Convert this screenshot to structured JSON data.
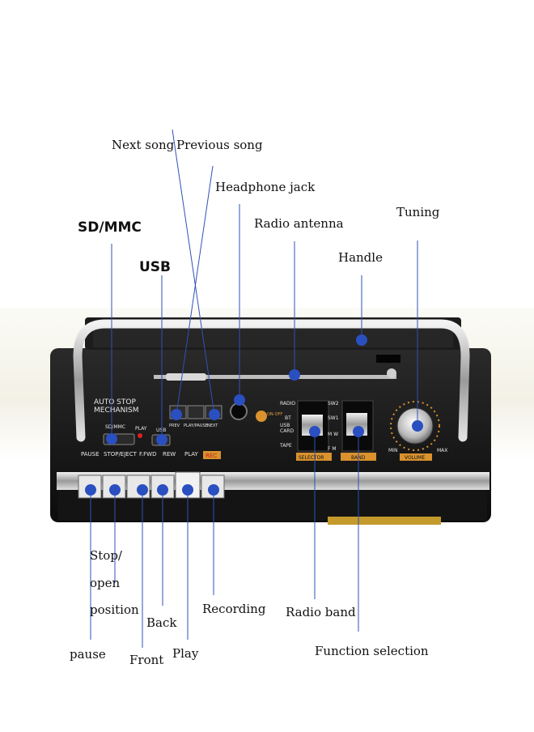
{
  "callouts": {
    "next_song": "Next song",
    "previous_song": "Previous song",
    "headphone_jack": "Headphone jack",
    "sd_mmc": "SD/MMC",
    "radio_antenna": "Radio antenna",
    "tuning": "Tuning",
    "usb": "USB",
    "handle": "Handle",
    "stop_open_1": "Stop/",
    "stop_open_2": "open",
    "stop_open_3": "position",
    "back": "Back",
    "recording": "Recording",
    "radio_band": "Radio band",
    "pause": "pause",
    "front": "Front",
    "play": "Play",
    "function_selection": "Function selection"
  },
  "device_labels": {
    "auto_stop_1": "AUTO STOP",
    "auto_stop_2": "MECHANISM",
    "sd_mmc_port": "SD/MMC",
    "play_led": "PLAY",
    "usb_port": "USB",
    "prev": "PREV",
    "play_pause": "PLAY/PAUSE",
    "next": "NEXT",
    "radio": "RADIO",
    "bt": "BT",
    "usb_card_1": "USB",
    "usb_card_2": "CARD",
    "tape": "TAPE",
    "sw2": "SW2",
    "sw1": "SW1",
    "mw": "M W",
    "fm": "F M",
    "selector": "SELECTOR",
    "band": "BAND",
    "volume": "VOLUME",
    "min": "MIN",
    "max": "MAX",
    "power": "ON-OFF",
    "pause_key": "PAUSE",
    "stop_eject_key": "STOP/EJECT",
    "ffwd_key": "F.FWD",
    "rew_key": "REW",
    "play_key": "PLAY",
    "rec_key": "REC"
  },
  "colors": {
    "marker": "#2a4fc0",
    "body": "#151515",
    "chrome": "#c9c9c9",
    "accent": "#d9922e"
  }
}
